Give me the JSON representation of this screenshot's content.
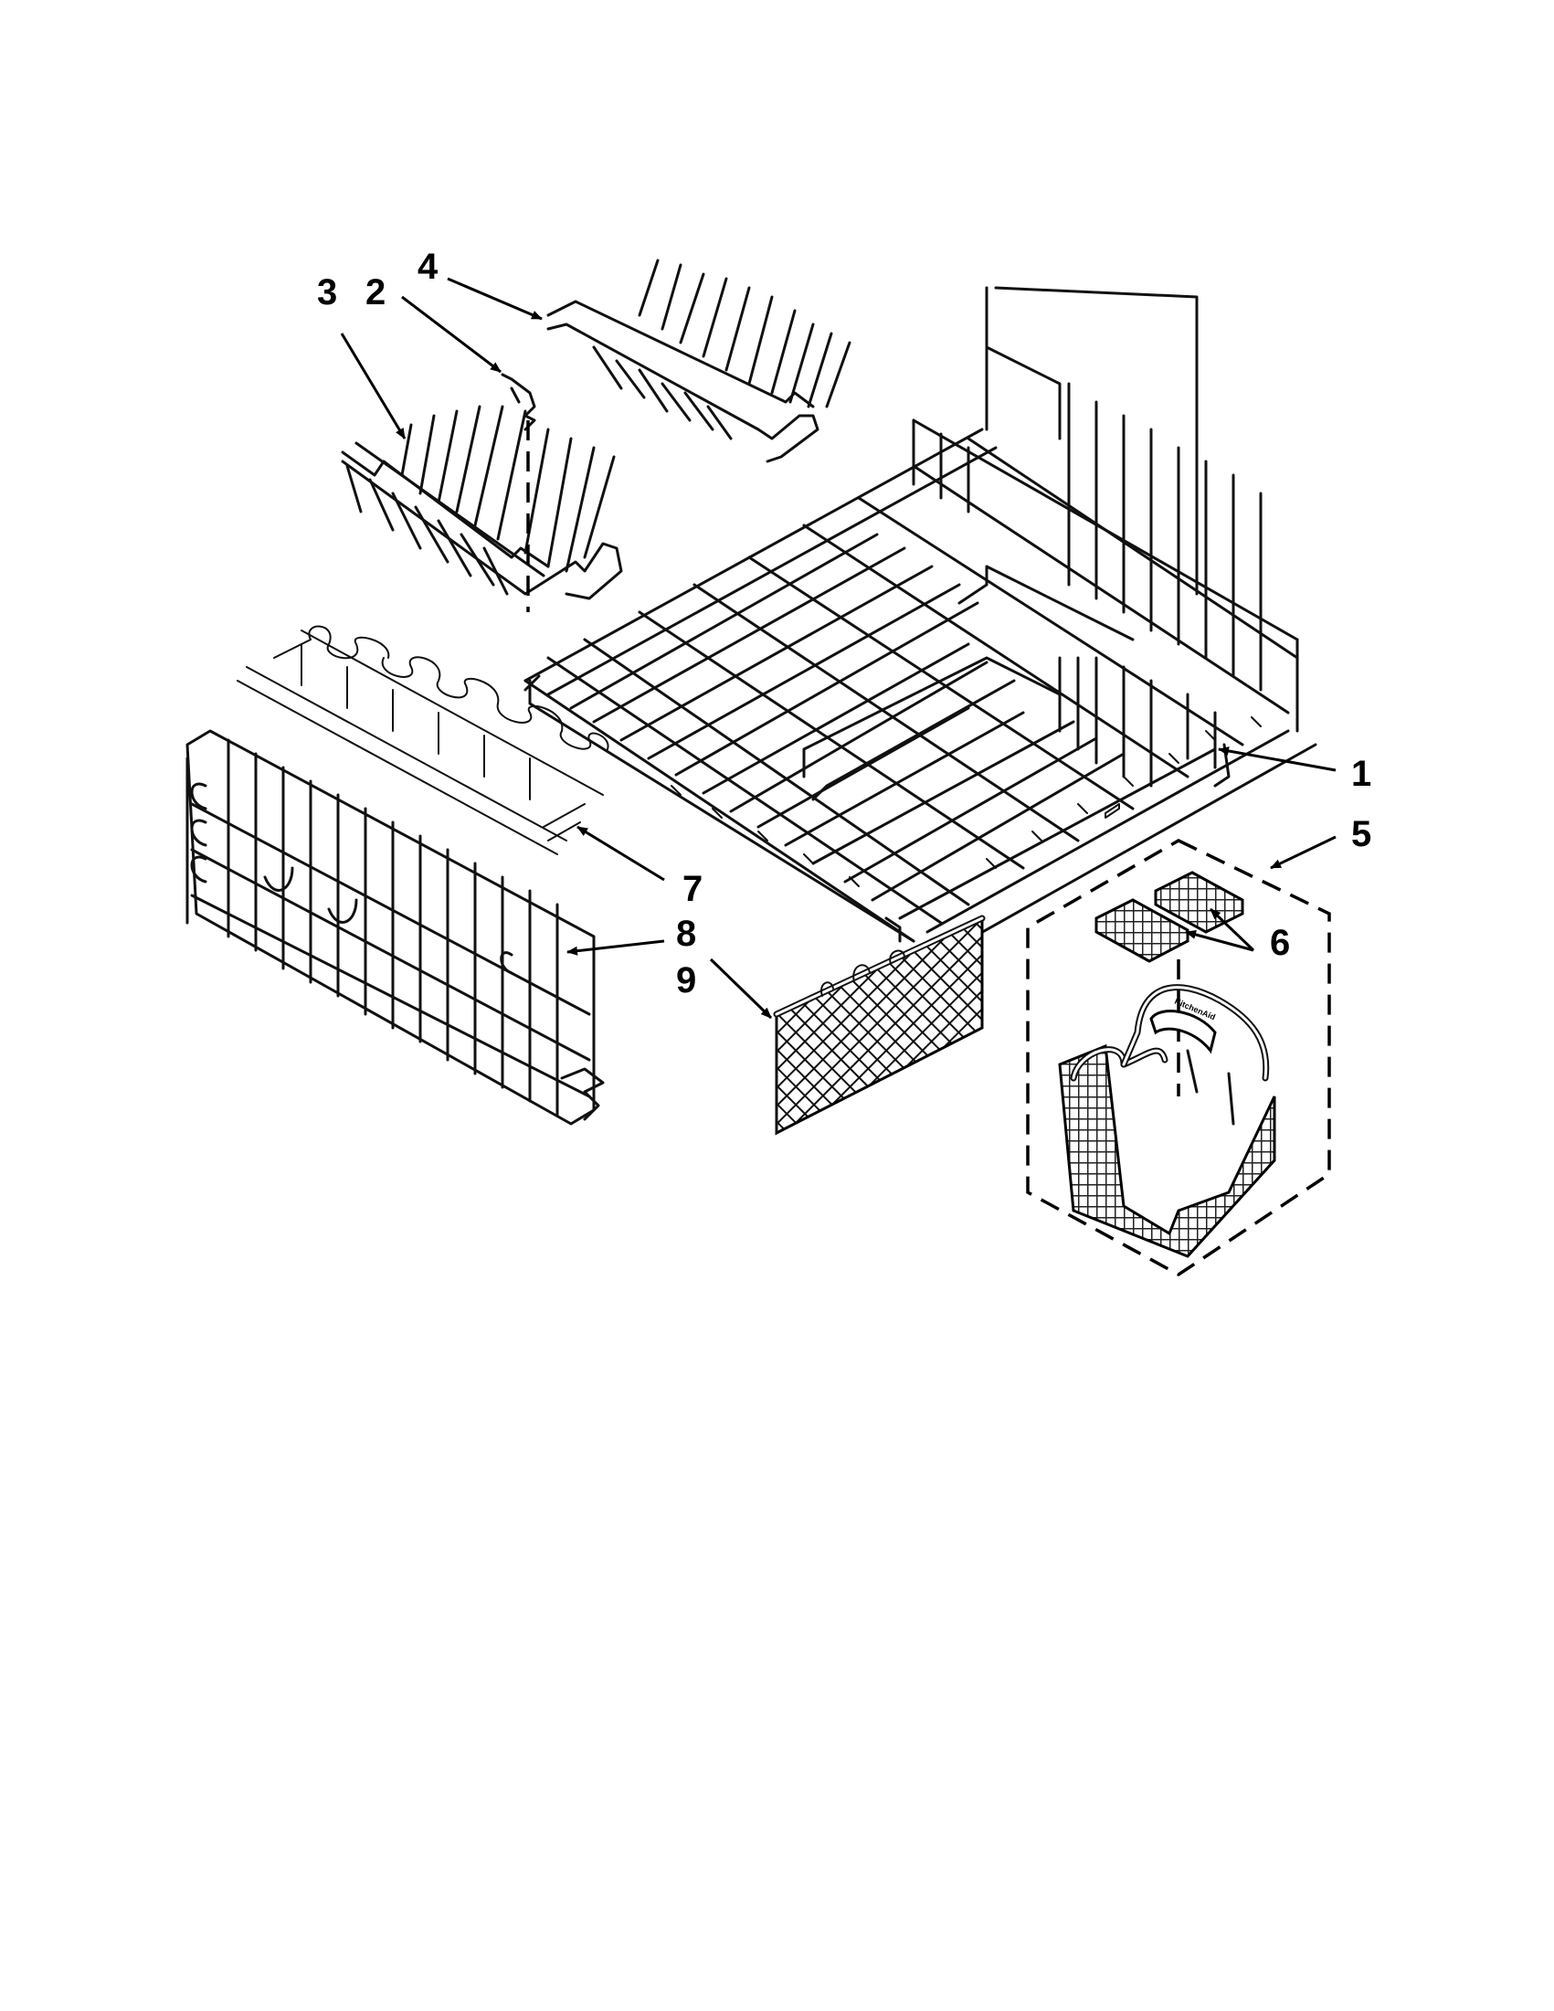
{
  "callouts": [
    {
      "id": "1",
      "label": "1"
    },
    {
      "id": "2",
      "label": "2"
    },
    {
      "id": "3",
      "label": "3"
    },
    {
      "id": "4",
      "label": "4"
    },
    {
      "id": "5",
      "label": "5"
    },
    {
      "id": "6",
      "label": "6"
    },
    {
      "id": "7",
      "label": "7"
    },
    {
      "id": "8",
      "label": "8"
    },
    {
      "id": "9",
      "label": "9"
    }
  ],
  "basket_logo_text": "KitchenAid"
}
